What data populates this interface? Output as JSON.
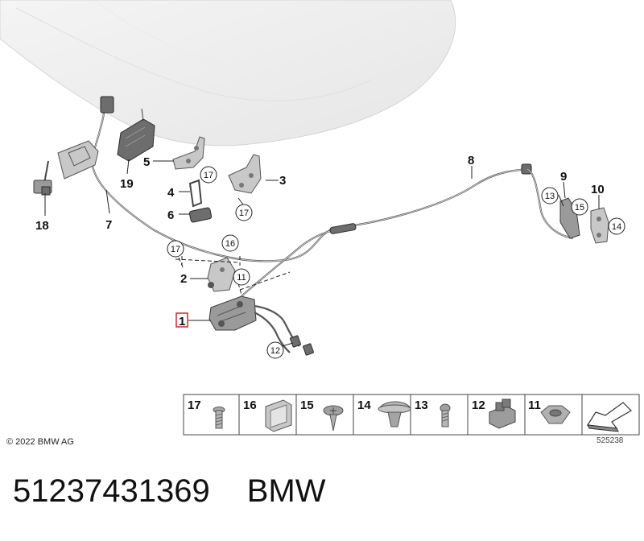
{
  "labels": {
    "1": "1",
    "2": "2",
    "3": "3",
    "4": "4",
    "5": "5",
    "6": "6",
    "7": "7",
    "8": "8",
    "9": "9",
    "10": "10",
    "11": "11",
    "12": "12",
    "13": "13",
    "14": "14",
    "15": "15",
    "16": "16",
    "17": "17",
    "18": "18",
    "19": "19"
  },
  "legend": {
    "items": [
      {
        "number": "17",
        "icon": "bolt-icon"
      },
      {
        "number": "16",
        "icon": "clip-icon"
      },
      {
        "number": "15",
        "icon": "screw-icon"
      },
      {
        "number": "14",
        "icon": "expanding-rivet-icon"
      },
      {
        "number": "13",
        "icon": "bolt-icon"
      },
      {
        "number": "12",
        "icon": "connector-icon"
      },
      {
        "number": "11",
        "icon": "hex-nut-icon"
      }
    ],
    "last_cell_icon": "arrow-pointer-icon"
  },
  "footer": {
    "copyright": "© 2022 BMW AG",
    "drawing_number": "525238"
  },
  "part": {
    "number": "51237431369",
    "brand": "BMW"
  },
  "colors": {
    "highlight": "#d9232e"
  }
}
